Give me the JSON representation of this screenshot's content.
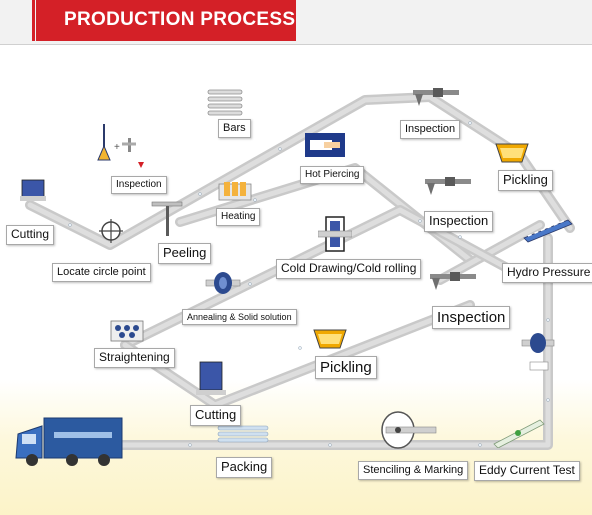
{
  "header": {
    "title": "PRODUCTION PROCESS"
  },
  "steps": {
    "bars": "Bars",
    "inspection_1": "Inspection",
    "hot_piercing": "Hot Piercing",
    "inspection_2": "Inspection",
    "pickling_1": "Pickling",
    "cutting_1": "Cutting",
    "locate_circle_point": "Locate circle point",
    "heating": "Heating",
    "peeling": "Peeling",
    "cold_drawing": "Cold Drawing/Cold rolling",
    "inspection_3": "Inspection",
    "annealing": "Annealing & Solid solution",
    "hydro_pressure": "Hydro Pressure",
    "inspection_4": "Inspection",
    "straightening": "Straightening",
    "pickling_2": "Pickling",
    "cutting_2": "Cutting",
    "packing": "Packing",
    "stenciling_marking": "Stenciling & Marking",
    "eddy_current_test": "Eddy Current Test"
  }
}
